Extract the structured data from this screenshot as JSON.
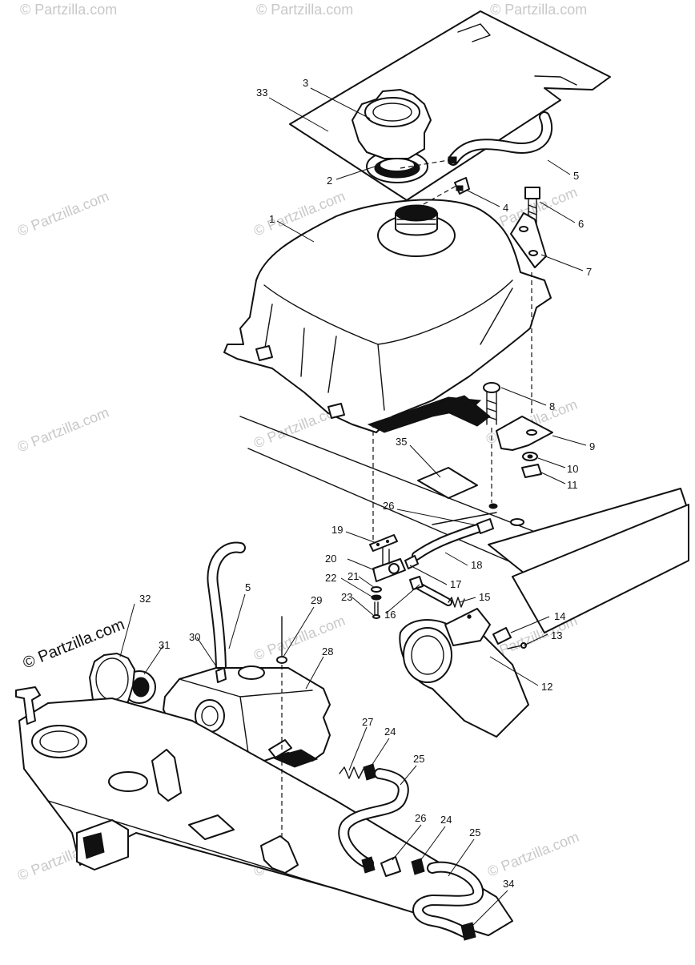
{
  "watermark": {
    "text": "© Partzilla.com",
    "text_emphasized": "© Partzilla.com"
  },
  "callouts": [
    "1",
    "2",
    "3",
    "4",
    "5",
    "6",
    "7",
    "8",
    "9",
    "10",
    "11",
    "12",
    "13",
    "14",
    "15",
    "16",
    "17",
    "18",
    "19",
    "20",
    "21",
    "22",
    "23",
    "24",
    "25",
    "26",
    "27",
    "28",
    "29",
    "30",
    "31",
    "32",
    "33",
    "34",
    "35"
  ],
  "labels": {
    "c33": "33",
    "c3": "3",
    "c2": "2",
    "c5a": "5",
    "c4": "4",
    "c6": "6",
    "c1": "1",
    "c7": "7",
    "c8": "8",
    "c9": "9",
    "c10": "10",
    "c11": "11",
    "c35": "35",
    "c26a": "26",
    "c19": "19",
    "c18": "18",
    "c20": "20",
    "c21": "21",
    "c17": "17",
    "c22": "22",
    "c23": "23",
    "c16": "16",
    "c15": "15",
    "c32": "32",
    "c5b": "5",
    "c29": "29",
    "c14": "14",
    "c13": "13",
    "c30": "30",
    "c31": "31",
    "c28": "28",
    "c12": "12",
    "c27": "27",
    "c24a": "24",
    "c25a": "25",
    "c26b": "26",
    "c24b": "24",
    "c25b": "25",
    "c34": "34"
  }
}
